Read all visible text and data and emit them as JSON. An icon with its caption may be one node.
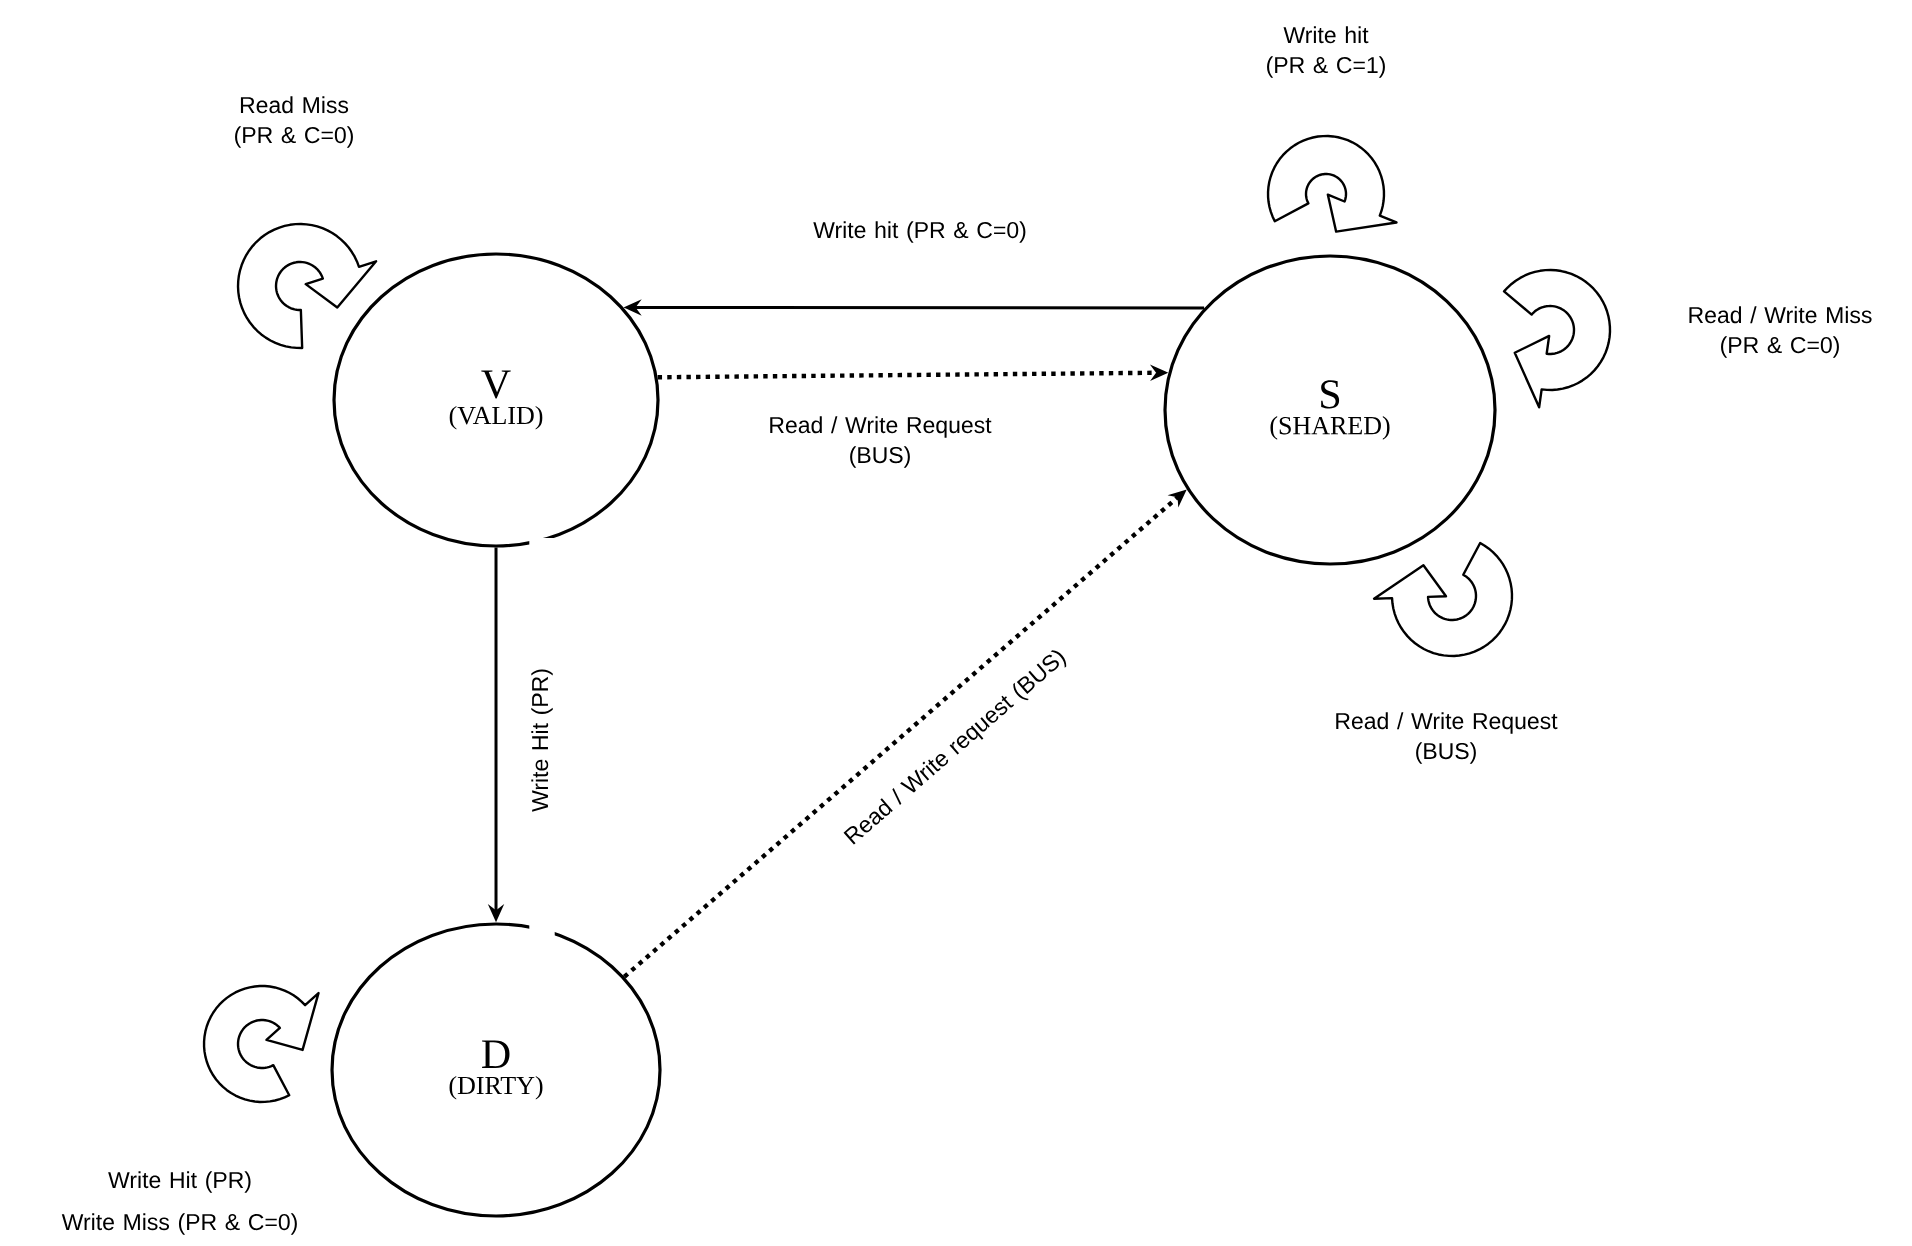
{
  "diagram": {
    "nodes": [
      {
        "text": [
          "V",
          "(VALID)"
        ]
      },
      {
        "text": [
          "S",
          "(SHARED)"
        ]
      },
      {
        "text": [
          "D",
          "(DIRTY)"
        ]
      }
    ],
    "edges": [
      {
        "from": 1,
        "to": 0,
        "arrow": "to",
        "label": "Write hit (PR & C=0)"
      },
      {
        "from": 0,
        "to": 1,
        "arrow": "to",
        "label": "Read / Write Request (BUS)",
        "style": "dashed"
      },
      {
        "from": 0,
        "to": 2,
        "arrow": "to",
        "label": "Write Hit (PR)"
      },
      {
        "from": 2,
        "to": 1,
        "arrow": "to",
        "label": "Read / Write request (BUS)",
        "style": "dashed"
      }
    ],
    "labels": [
      "Write hit (PR & C=1)",
      "Read Miss (PR & C=0)",
      "Read / Write Miss (PR & C=0)",
      "Read / Write Request (BUS)",
      "Write Hit (PR)",
      "Write Miss (PR & C=0)"
    ]
  }
}
